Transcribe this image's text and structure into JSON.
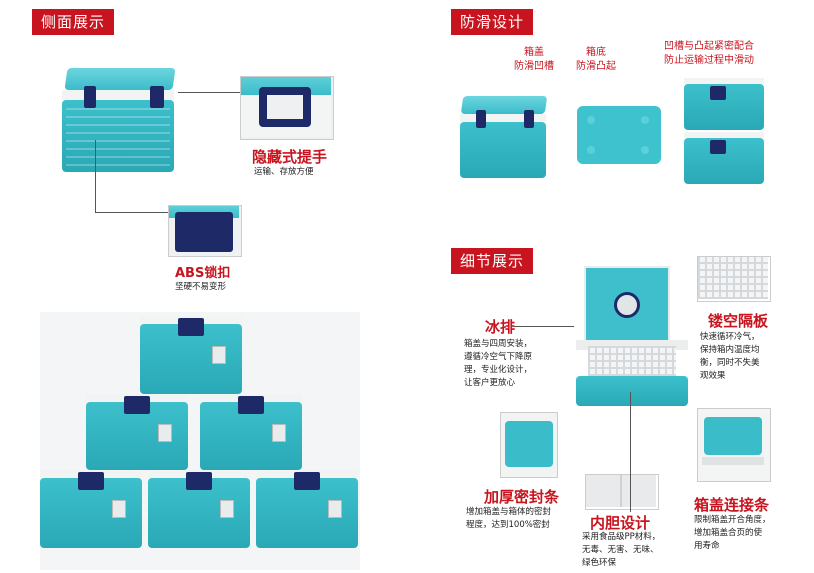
{
  "sections": {
    "side": "侧面展示",
    "antislip": "防滑设计",
    "detail": "细节展示"
  },
  "side_labels": {
    "handle_title": "隐藏式提手",
    "handle_desc": "运输、存放方便",
    "lock_title": "ABS锁扣",
    "lock_desc": "坚硬不易变形"
  },
  "antislip_labels": {
    "lid_groove": "箱盖\n防滑凹槽",
    "bottom_bump": "箱底\n防滑凸起",
    "fit": "凹槽与凸起紧密配合\n防止运输过程中滑动"
  },
  "detail_labels": {
    "ice_title": "冰排",
    "ice_desc": "箱盖与四周安装，\n遵循冷空气下降原\n理，专业化设计，\n让客户更放心",
    "divider_title": "镂空隔板",
    "divider_desc": "快速循环冷气，\n保持箱内温度均\n衡，同时不失美\n观效果",
    "seal_title": "加厚密封条",
    "seal_desc": "增加箱盖与箱体的密封\n程度，达到100%密封",
    "liner_title": "内胆设计",
    "liner_desc": "采用食品级PP材料，\n无毒、无害、无味、\n绿色环保",
    "hinge_title": "箱盖连接条",
    "hinge_desc": "限制箱盖开合角度，\n增加箱盖合页的使\n用寿命"
  },
  "colors": {
    "accent": "#c8141e",
    "box_body": "#2aa8b6",
    "latch": "#1e2a68"
  }
}
